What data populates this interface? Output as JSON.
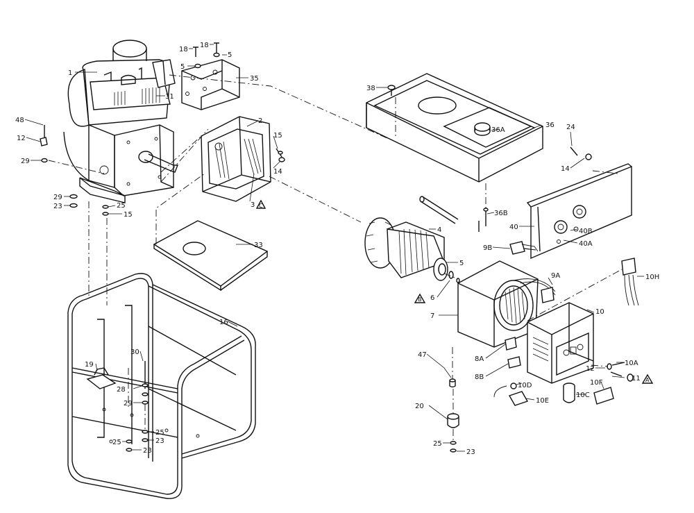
{
  "diagram": {
    "labels": [
      {
        "id": "1",
        "text": "1"
      },
      {
        "id": "18a",
        "text": "18"
      },
      {
        "id": "18b",
        "text": "18"
      },
      {
        "id": "5a",
        "text": "5"
      },
      {
        "id": "5b",
        "text": "5"
      },
      {
        "id": "35",
        "text": "35"
      },
      {
        "id": "31",
        "text": "31"
      },
      {
        "id": "48",
        "text": "48"
      },
      {
        "id": "12a",
        "text": "12"
      },
      {
        "id": "29a",
        "text": "29"
      },
      {
        "id": "2",
        "text": "2"
      },
      {
        "id": "15a",
        "text": "15"
      },
      {
        "id": "14a",
        "text": "14"
      },
      {
        "id": "3",
        "text": "3"
      },
      {
        "id": "29b",
        "text": "29"
      },
      {
        "id": "25a",
        "text": "25"
      },
      {
        "id": "23a",
        "text": "23"
      },
      {
        "id": "15b",
        "text": "15"
      },
      {
        "id": "33",
        "text": "33"
      },
      {
        "id": "38",
        "text": "38"
      },
      {
        "id": "36",
        "text": "36"
      },
      {
        "id": "36A",
        "text": "36A"
      },
      {
        "id": "24",
        "text": "24"
      },
      {
        "id": "14b",
        "text": "14"
      },
      {
        "id": "36B",
        "text": "36B"
      },
      {
        "id": "40",
        "text": "40"
      },
      {
        "id": "40B",
        "text": "40B"
      },
      {
        "id": "40A",
        "text": "40A"
      },
      {
        "id": "9B",
        "text": "9B"
      },
      {
        "id": "4",
        "text": "4"
      },
      {
        "id": "5c",
        "text": "5"
      },
      {
        "id": "6",
        "text": "6"
      },
      {
        "id": "9A",
        "text": "9A"
      },
      {
        "id": "10H",
        "text": "10H"
      },
      {
        "id": "7",
        "text": "7"
      },
      {
        "id": "10",
        "text": "10"
      },
      {
        "id": "16",
        "text": "16"
      },
      {
        "id": "47",
        "text": "47"
      },
      {
        "id": "8A",
        "text": "8A"
      },
      {
        "id": "8B",
        "text": "8B"
      },
      {
        "id": "10A",
        "text": "10A"
      },
      {
        "id": "12b",
        "text": "12"
      },
      {
        "id": "11",
        "text": "11"
      },
      {
        "id": "19",
        "text": "19"
      },
      {
        "id": "30",
        "text": "30"
      },
      {
        "id": "28",
        "text": "28"
      },
      {
        "id": "29c",
        "text": "29"
      },
      {
        "id": "10D",
        "text": "10D"
      },
      {
        "id": "10E",
        "text": "10E"
      },
      {
        "id": "10C",
        "text": "10C"
      },
      {
        "id": "10F",
        "text": "10F"
      },
      {
        "id": "20",
        "text": "20"
      },
      {
        "id": "25b",
        "text": "25"
      },
      {
        "id": "25c",
        "text": "25"
      },
      {
        "id": "23b",
        "text": "23"
      },
      {
        "id": "23c",
        "text": "23"
      },
      {
        "id": "25d",
        "text": "25"
      },
      {
        "id": "23d",
        "text": "23"
      }
    ],
    "notes": [
      {
        "id": "C",
        "text": "C"
      },
      {
        "id": "B",
        "text": "B"
      },
      {
        "id": "A",
        "text": "A"
      }
    ]
  }
}
